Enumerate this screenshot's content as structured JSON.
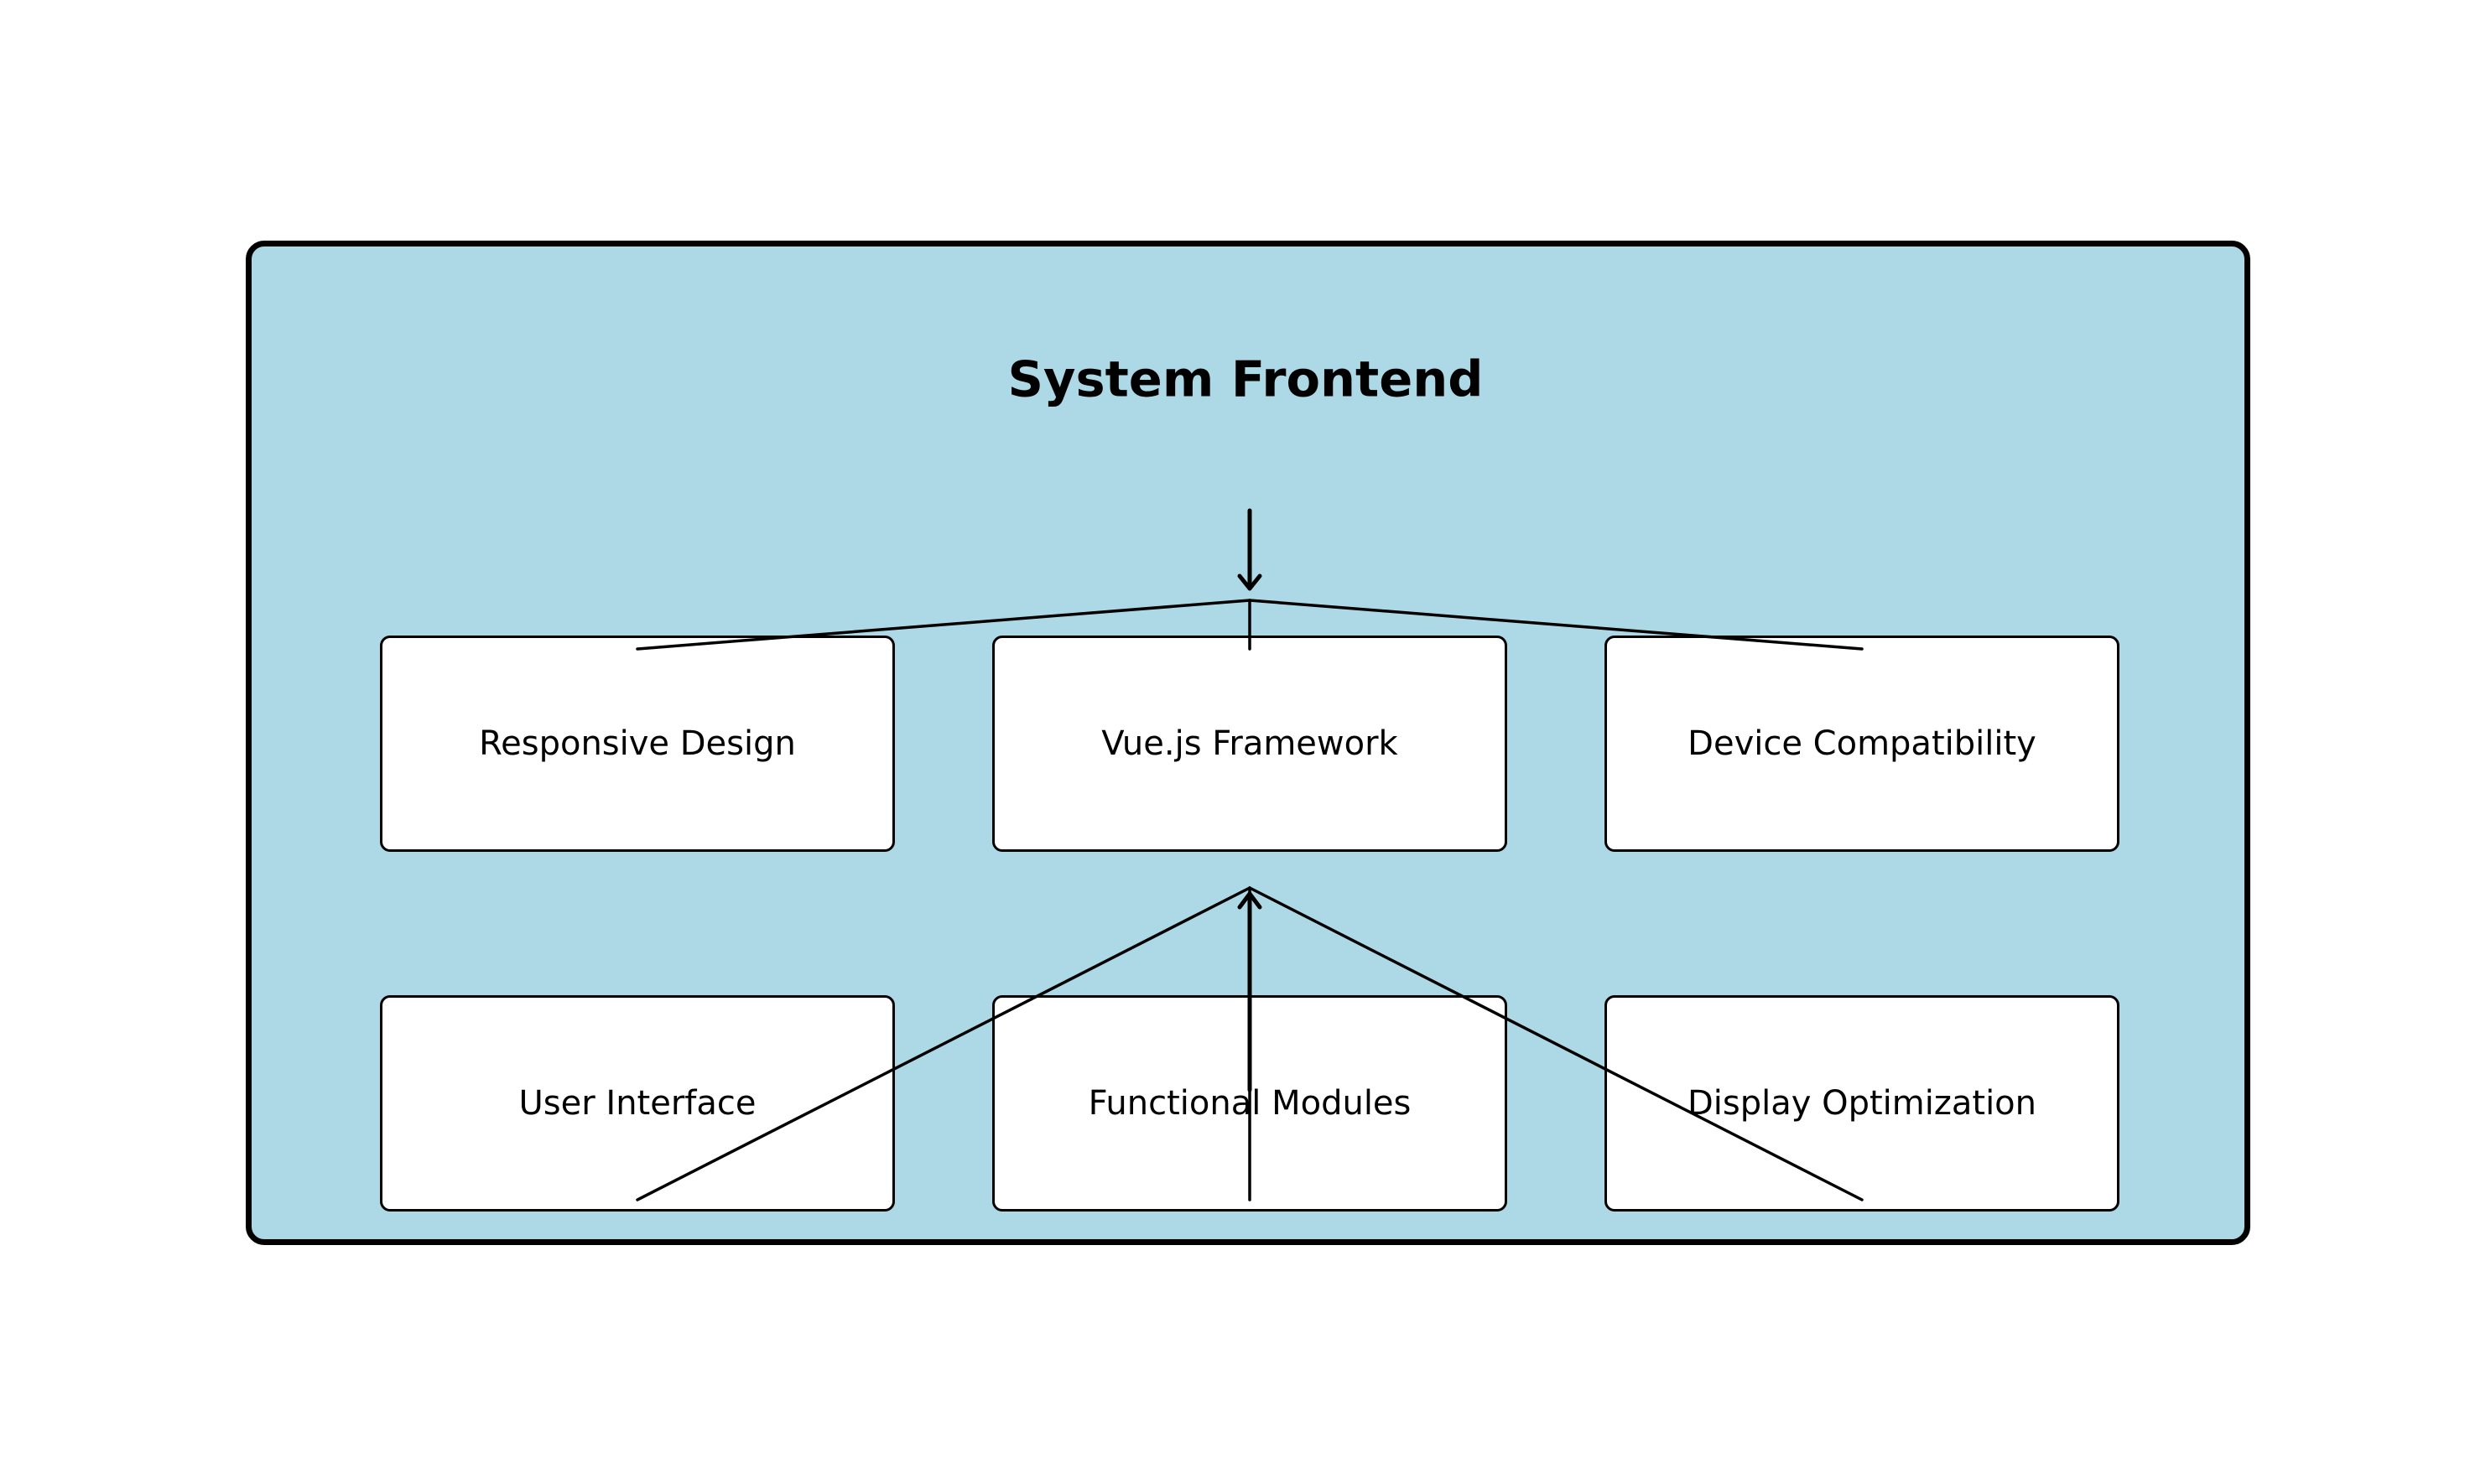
{
  "diagram": {
    "title": "System Frontend",
    "top_row": [
      {
        "label": "Responsive Design"
      },
      {
        "label": "Vue.js Framework"
      },
      {
        "label": "Device Compatibility"
      }
    ],
    "bottom_row": [
      {
        "label": "User Interface"
      },
      {
        "label": "Functional Modules"
      },
      {
        "label": "Display Optimization"
      }
    ]
  }
}
